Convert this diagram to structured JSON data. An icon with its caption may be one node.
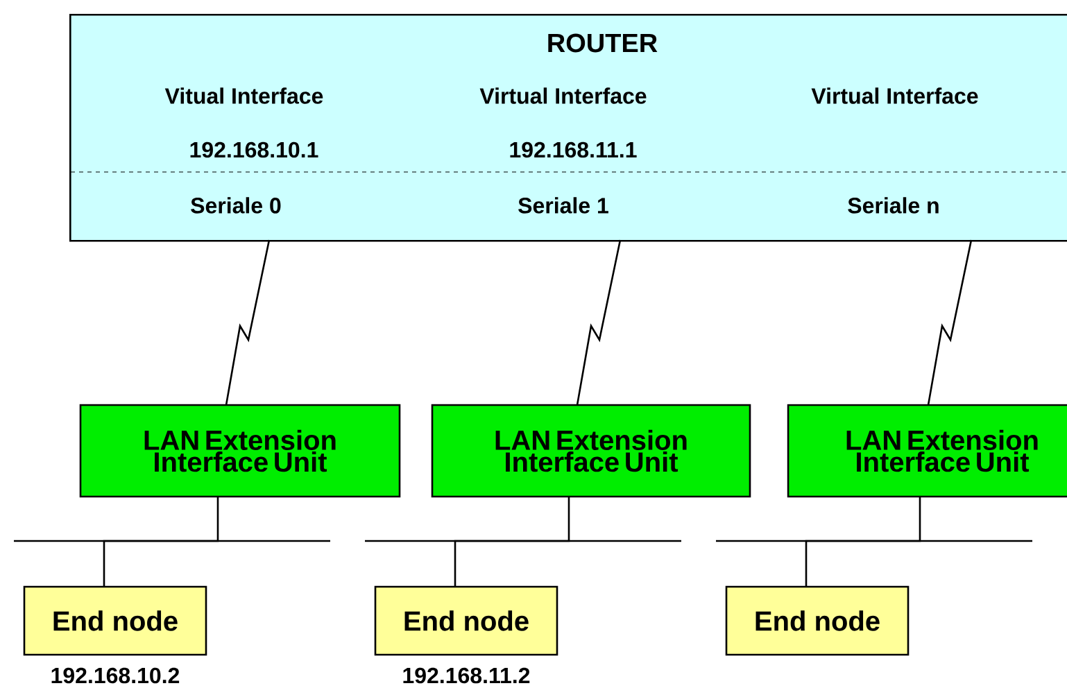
{
  "diagram": {
    "nodes": [
      {
        "text": [
          "ROUTER",
          "Vitual Interface",
          "192.168.10.1",
          "Virtual Interface",
          "192.168.11.1",
          "Virtual Interface",
          "Seriale 0",
          "Seriale 1",
          "Seriale n"
        ]
      },
      {
        "text": [
          "LAN Extension Interface Unit"
        ]
      },
      {
        "text": [
          "LAN Extension Interface Unit"
        ]
      },
      {
        "text": [
          "LAN Extension Interface Unit"
        ]
      },
      {
        "text": [
          "End node"
        ],
        "beside": [
          "192.168.10.2"
        ]
      },
      {
        "text": [
          "End node"
        ],
        "beside": [
          "192.168.11.2"
        ]
      },
      {
        "text": [
          "End node"
        ]
      }
    ],
    "edges": [
      {
        "from": 0,
        "to": 1,
        "arrow": "none"
      },
      {
        "from": 0,
        "to": 2,
        "arrow": "none"
      },
      {
        "from": 0,
        "to": 3,
        "arrow": "none"
      },
      {
        "from": 1,
        "to": 4,
        "arrow": "none"
      },
      {
        "from": 2,
        "to": 5,
        "arrow": "none"
      },
      {
        "from": 3,
        "to": 6,
        "arrow": "none"
      }
    ]
  }
}
